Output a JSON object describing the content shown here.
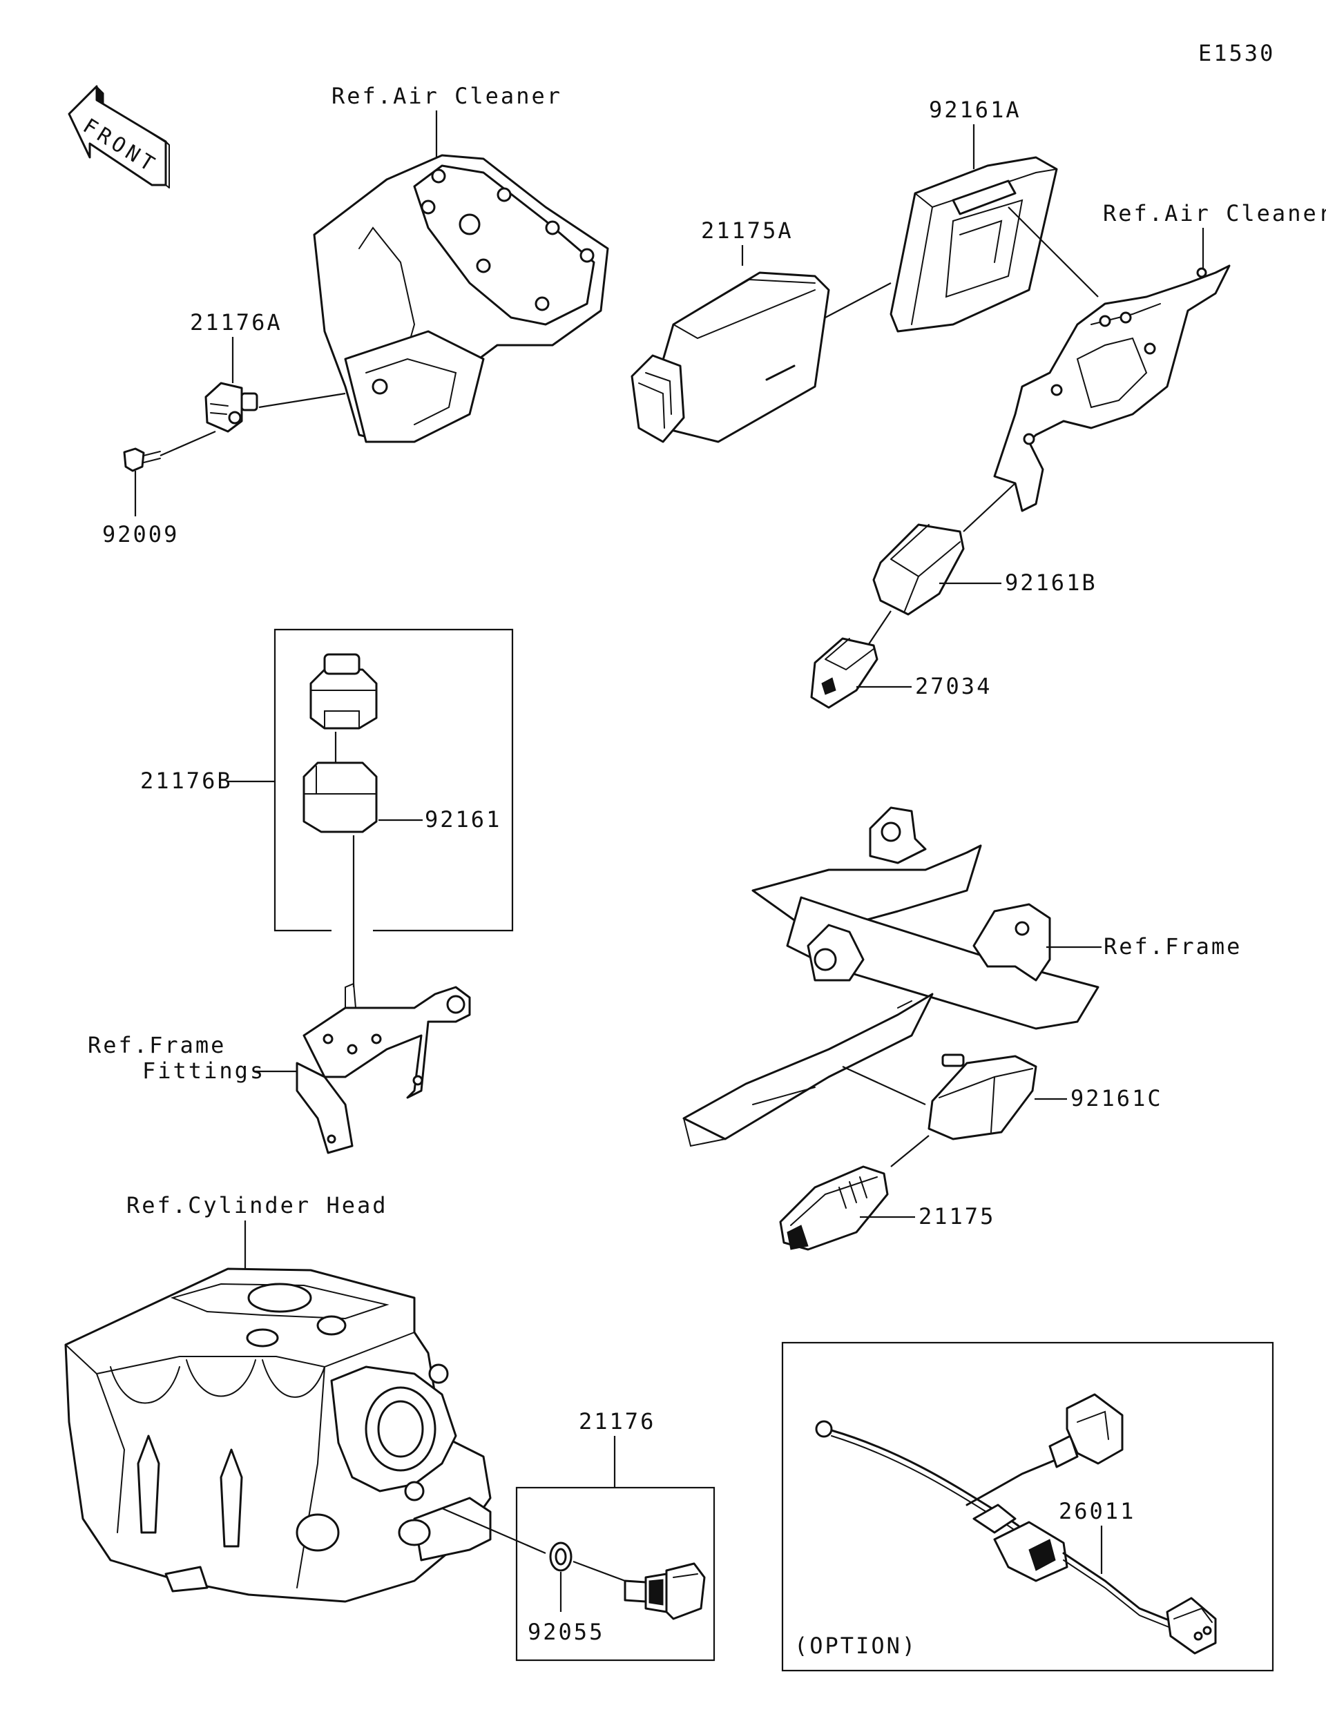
{
  "diagram_code": "E1530",
  "front_arrow_label": "FRONT",
  "labels": {
    "ref_air_cleaner_left": "Ref.Air Cleaner",
    "ref_air_cleaner_right": "Ref.Air Cleaner",
    "ref_frame": "Ref.Frame",
    "ref_frame_fittings_1": "Ref.Frame",
    "ref_frame_fittings_2": "Fittings",
    "ref_cylinder_head": "Ref.Cylinder Head",
    "option": "(OPTION)"
  },
  "part_numbers": {
    "p21176A": "21176A",
    "p92009": "92009",
    "p21175A": "21175A",
    "p92161A": "92161A",
    "p92161B": "92161B",
    "p27034": "27034",
    "p21176B": "21176B",
    "p92161": "92161",
    "p92161C": "92161C",
    "p21175": "21175",
    "p21176": "21176",
    "p92055": "92055",
    "p26011": "26011"
  },
  "colors": {
    "line": "#111111",
    "background": "#ffffff"
  }
}
